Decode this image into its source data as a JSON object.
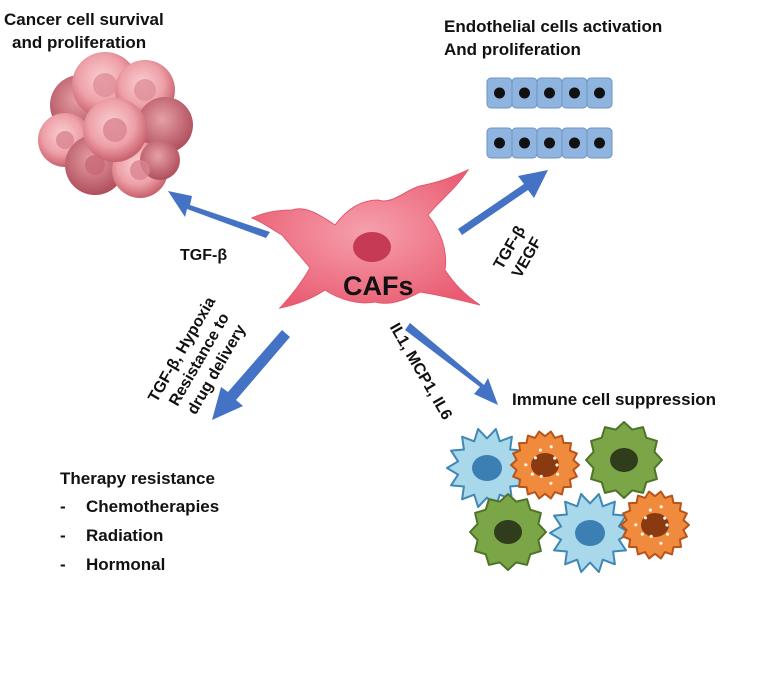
{
  "center": {
    "label": "CAFs"
  },
  "cancer": {
    "title_line1": "Cancer cell survival",
    "title_line2": "and proliferation",
    "signal": "TGF-β"
  },
  "endothelial": {
    "title_line1": "Endothelial cells activation",
    "title_line2": "And proliferation",
    "signal_line1": "TGF-β",
    "signal_line2": "VEGF"
  },
  "therapy": {
    "signal_line1": "TGF-β, Hypoxia",
    "signal_line2": "Resistance to",
    "signal_line3": "drug delivery",
    "title": "Therapy resistance",
    "items": [
      "Chemotherapies",
      "Radiation",
      "Hormonal"
    ],
    "bullet": "-"
  },
  "immune": {
    "title": "Immune cell suppression",
    "signal": "IL1, MCP1, IL6"
  },
  "colors": {
    "arrow": "#4472c4",
    "caf_body": "#ec6d80",
    "caf_nucleus": "#c73a55",
    "endothelial_cell": "#8fb4df",
    "endothelial_nucleus": "#111111",
    "tumor_light": "#f1aab0",
    "tumor_dark": "#c9606c",
    "immune_blue": "#8ecbe3",
    "immune_orange": "#ed7a2c",
    "immune_green": "#6b9a3a"
  }
}
